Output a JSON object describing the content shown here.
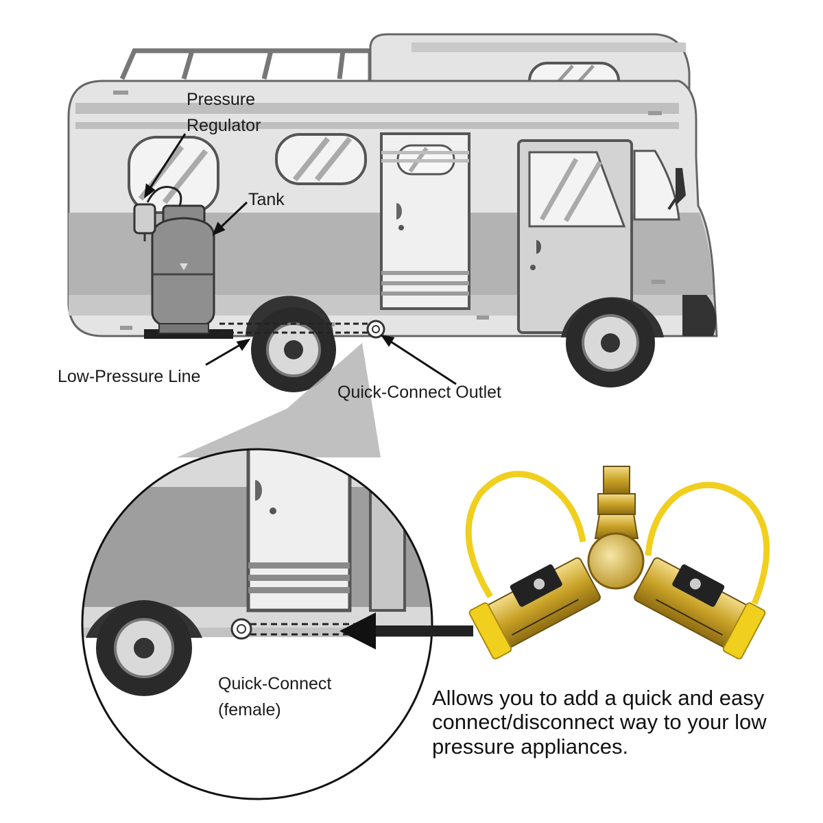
{
  "labels": {
    "pressure_regulator_line1": "Pressure",
    "pressure_regulator_line2": "Regulator",
    "tank": "Tank",
    "low_pressure_line": "Low-Pressure Line",
    "quick_connect_outlet": "Quick-Connect Outlet",
    "quick_connect_female_line1": "Quick-Connect",
    "quick_connect_female_line2": "(female)"
  },
  "description": {
    "line1": "Allows you to add a quick and easy",
    "line2": "connect/disconnect way to your low",
    "line3": "pressure appliances."
  },
  "colors": {
    "body_light": "#e6e6e6",
    "body_mid": "#b9b9b9",
    "body_dark": "#8f8f8f",
    "outline": "#555555",
    "brass": "#c9a227",
    "brass_light": "#ecd27a",
    "cap_yellow": "#f0cf1e",
    "line_black": "#111111"
  }
}
